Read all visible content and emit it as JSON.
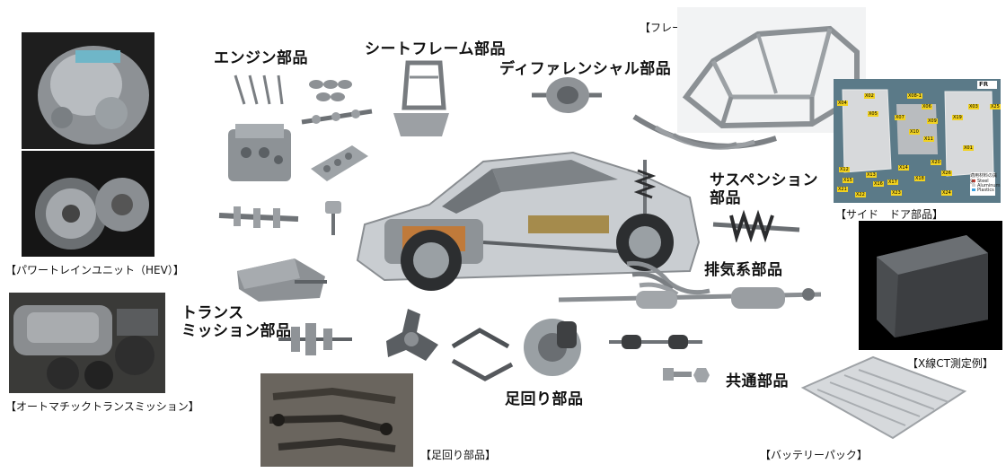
{
  "labels": {
    "engine": "エンジン部品",
    "seat_frame": "シートフレーム部品",
    "differential": "ディファレンシャル部品",
    "frame": "【フレーム部品】",
    "suspension_1": "サスペンション",
    "suspension_2": "部品",
    "side_door": "【サイド　ドア部品】",
    "exhaust": "排気系部品",
    "xray_ct": "【X線CT測定例】",
    "common": "共通部品",
    "battery_pack": "【バッテリーパック】",
    "footwork_big": "足回り部品",
    "footwork_photo": "【足回り部品】",
    "transmission_1": "トランス",
    "transmission_2": "ミッション部品",
    "powertrain": "【パワートレインユニット（HEV）】",
    "automatic": "【オートマチックトランスミッション】"
  },
  "door_panel": {
    "badge": "FR",
    "legend_title": "適用材料の識別",
    "legend": [
      "Steel",
      "Aluminum",
      "Plastics"
    ],
    "tags": [
      "X02",
      "X08-1",
      "X04",
      "X05",
      "X06",
      "X07",
      "X09",
      "X10",
      "X11",
      "X12",
      "X13",
      "X14",
      "X15",
      "X16",
      "X17",
      "X18",
      "X20",
      "X21",
      "X22",
      "X23",
      "X24",
      "X01",
      "X03",
      "X19",
      "X25",
      "X26"
    ]
  },
  "colors": {
    "steel": "#e84b3c",
    "aluminum": "#d0d0d0",
    "plastics": "#3aa0e0",
    "door_bg": "#5b7a88",
    "tag_yellow": "#f2d21f"
  }
}
